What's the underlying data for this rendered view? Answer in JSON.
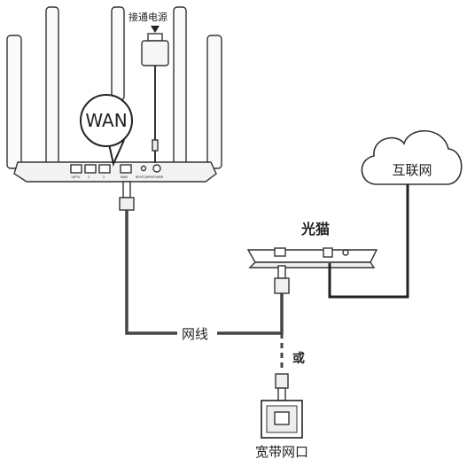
{
  "power_label": "接通电源",
  "wan_badge": "WAN",
  "router_ports": [
    "1/IPTV",
    "2",
    "3",
    "WAN",
    "RESET/WPS",
    "POWER"
  ],
  "internet_label": "互联网",
  "modem_label": "光猫",
  "cable_label": "网线",
  "or_label": "或",
  "wall_jack_label": "宽带网口",
  "colors": {
    "line": "#333333",
    "cable_dark": "#444444",
    "fill_light": "#f4f4f4"
  }
}
